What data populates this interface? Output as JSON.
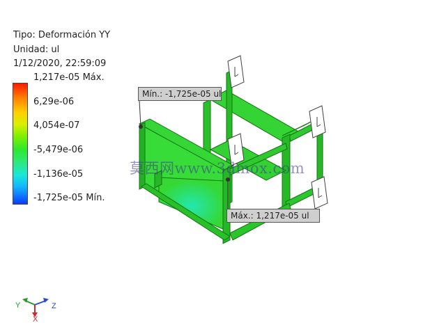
{
  "legend": {
    "type_line": "Tipo: Deformación YY",
    "unit_line": "Unidad: ul",
    "date_line": "1/12/2020, 22:59:09",
    "ticks": [
      "1,217e-05 Máx.",
      "6,29e-06",
      "4,054e-07",
      "-5,479e-06",
      "-1,136e-05",
      "-1,725e-05 Mín."
    ],
    "colors": [
      "#ff1a00",
      "#ff8000",
      "#ffd000",
      "#7ef000",
      "#2ee82e",
      "#18e8d8",
      "#0a3cff"
    ]
  },
  "callouts": {
    "min_label": "Mín.: -1,725e-05 ul",
    "max_label": "Máx.: 1,217e-05 ul"
  },
  "watermark": "莫西网www.3dmox.com",
  "triad": {
    "y_label": "Y",
    "z_label": "Z",
    "x_label": "X"
  },
  "model": {
    "fill_color": "#2ecc2e",
    "edge_color": "#117711"
  }
}
